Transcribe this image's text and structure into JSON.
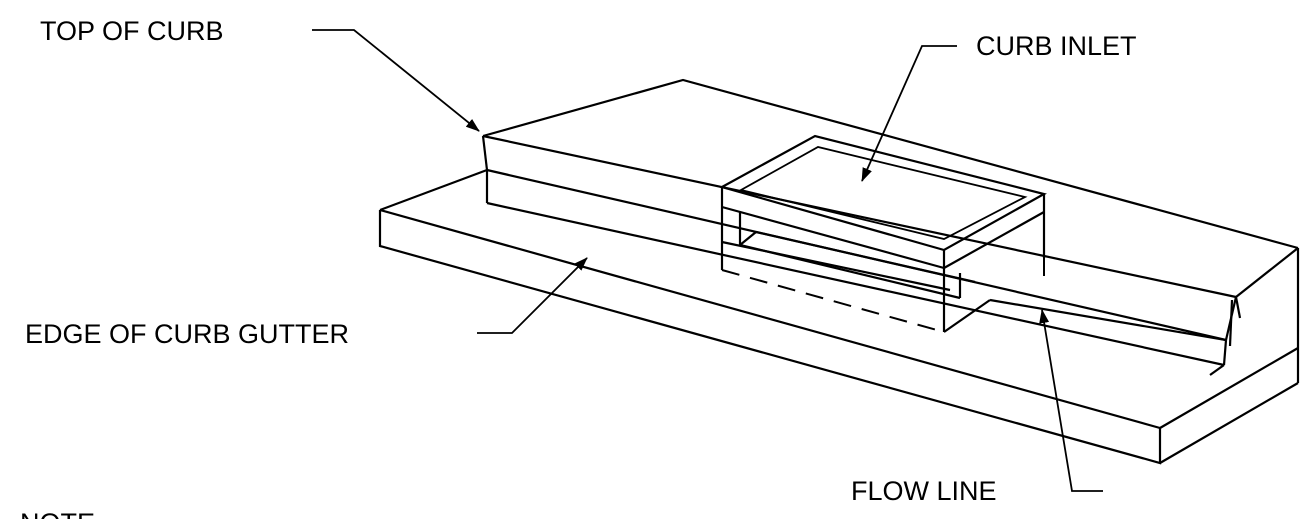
{
  "labels": {
    "top_of_curb": "TOP OF CURB",
    "curb_inlet": "CURB INLET",
    "edge_of_curb_gutter": "EDGE OF CURB GUTTER",
    "flow_line": "FLOW LINE",
    "note": "NOTE"
  },
  "colors": {
    "line": "#000000",
    "background": "#ffffff"
  }
}
